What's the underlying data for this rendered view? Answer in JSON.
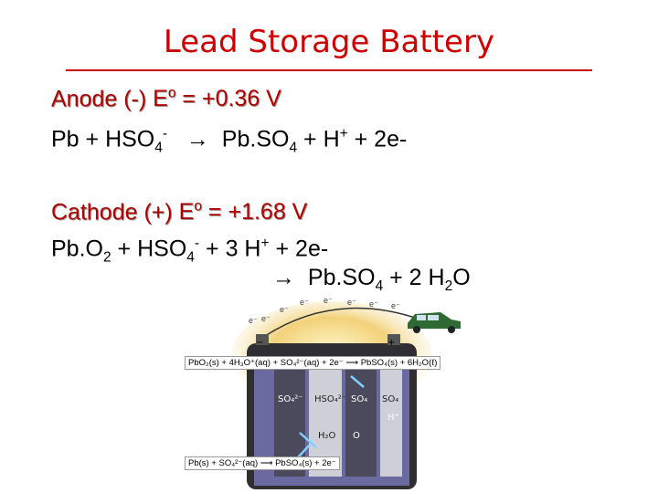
{
  "title": "Lead Storage Battery",
  "anode": {
    "heading": "Anode (-)",
    "potential": "E",
    "potential_sup": "o",
    "potential_value": " = +0.36 V",
    "eq": {
      "lhs1": "Pb + HSO",
      "lhs1_sub": "4",
      "lhs1_sup": "-",
      "arrow": "→",
      "rhs1": "Pb.SO",
      "rhs1_sub": "4",
      "rhs2": " + H",
      "rhs2_sup": "+",
      "rhs3": " + 2e-"
    }
  },
  "cathode": {
    "heading": "Cathode (+)",
    "potential": "E",
    "potential_sup": "o",
    "potential_value": " = +1.68 V",
    "eq": {
      "p1": "Pb.O",
      "p1_sub": "2",
      "p2": " + HSO",
      "p2_sub": "4",
      "p2_sup": "-",
      "p3": " + 3 H",
      "p3_sup": "+",
      "p4": " + 2e-",
      "arrow": "→",
      "r1": "Pb.SO",
      "r1_sub": "4",
      "r2": " + 2 H",
      "r2_sub": "2",
      "r3": "O"
    }
  },
  "figure": {
    "electrons": [
      "e⁻",
      "e⁻",
      "e⁻",
      "e⁻",
      "e⁻",
      "e⁻",
      "e⁻",
      "e⁻"
    ],
    "cathode_reaction": "PbO₂(s) + 4H₃O⁺(aq) + SO₄²⁻(aq) + 2e⁻ ⟶ PbSO₄(s) + 6H₂O(ℓ)",
    "anode_reaction": "Pb(s) + SO₄²⁻(aq) ⟶ PbSO₄(s) + 2e⁻",
    "ion_labels": [
      "SO₄²⁻",
      "HSO₄²⁻",
      "SO₄",
      "SO₄",
      "H⁺",
      "H₂O",
      "O"
    ],
    "terminal_minus": "−",
    "terminal_plus": "+",
    "colors": {
      "electrode_dark": "#4a4a5c",
      "electrode_light": "#cfcfd8",
      "electrolyte": "#6a6aa0",
      "case": "#2e2e33",
      "car": "#2f6a35"
    }
  }
}
